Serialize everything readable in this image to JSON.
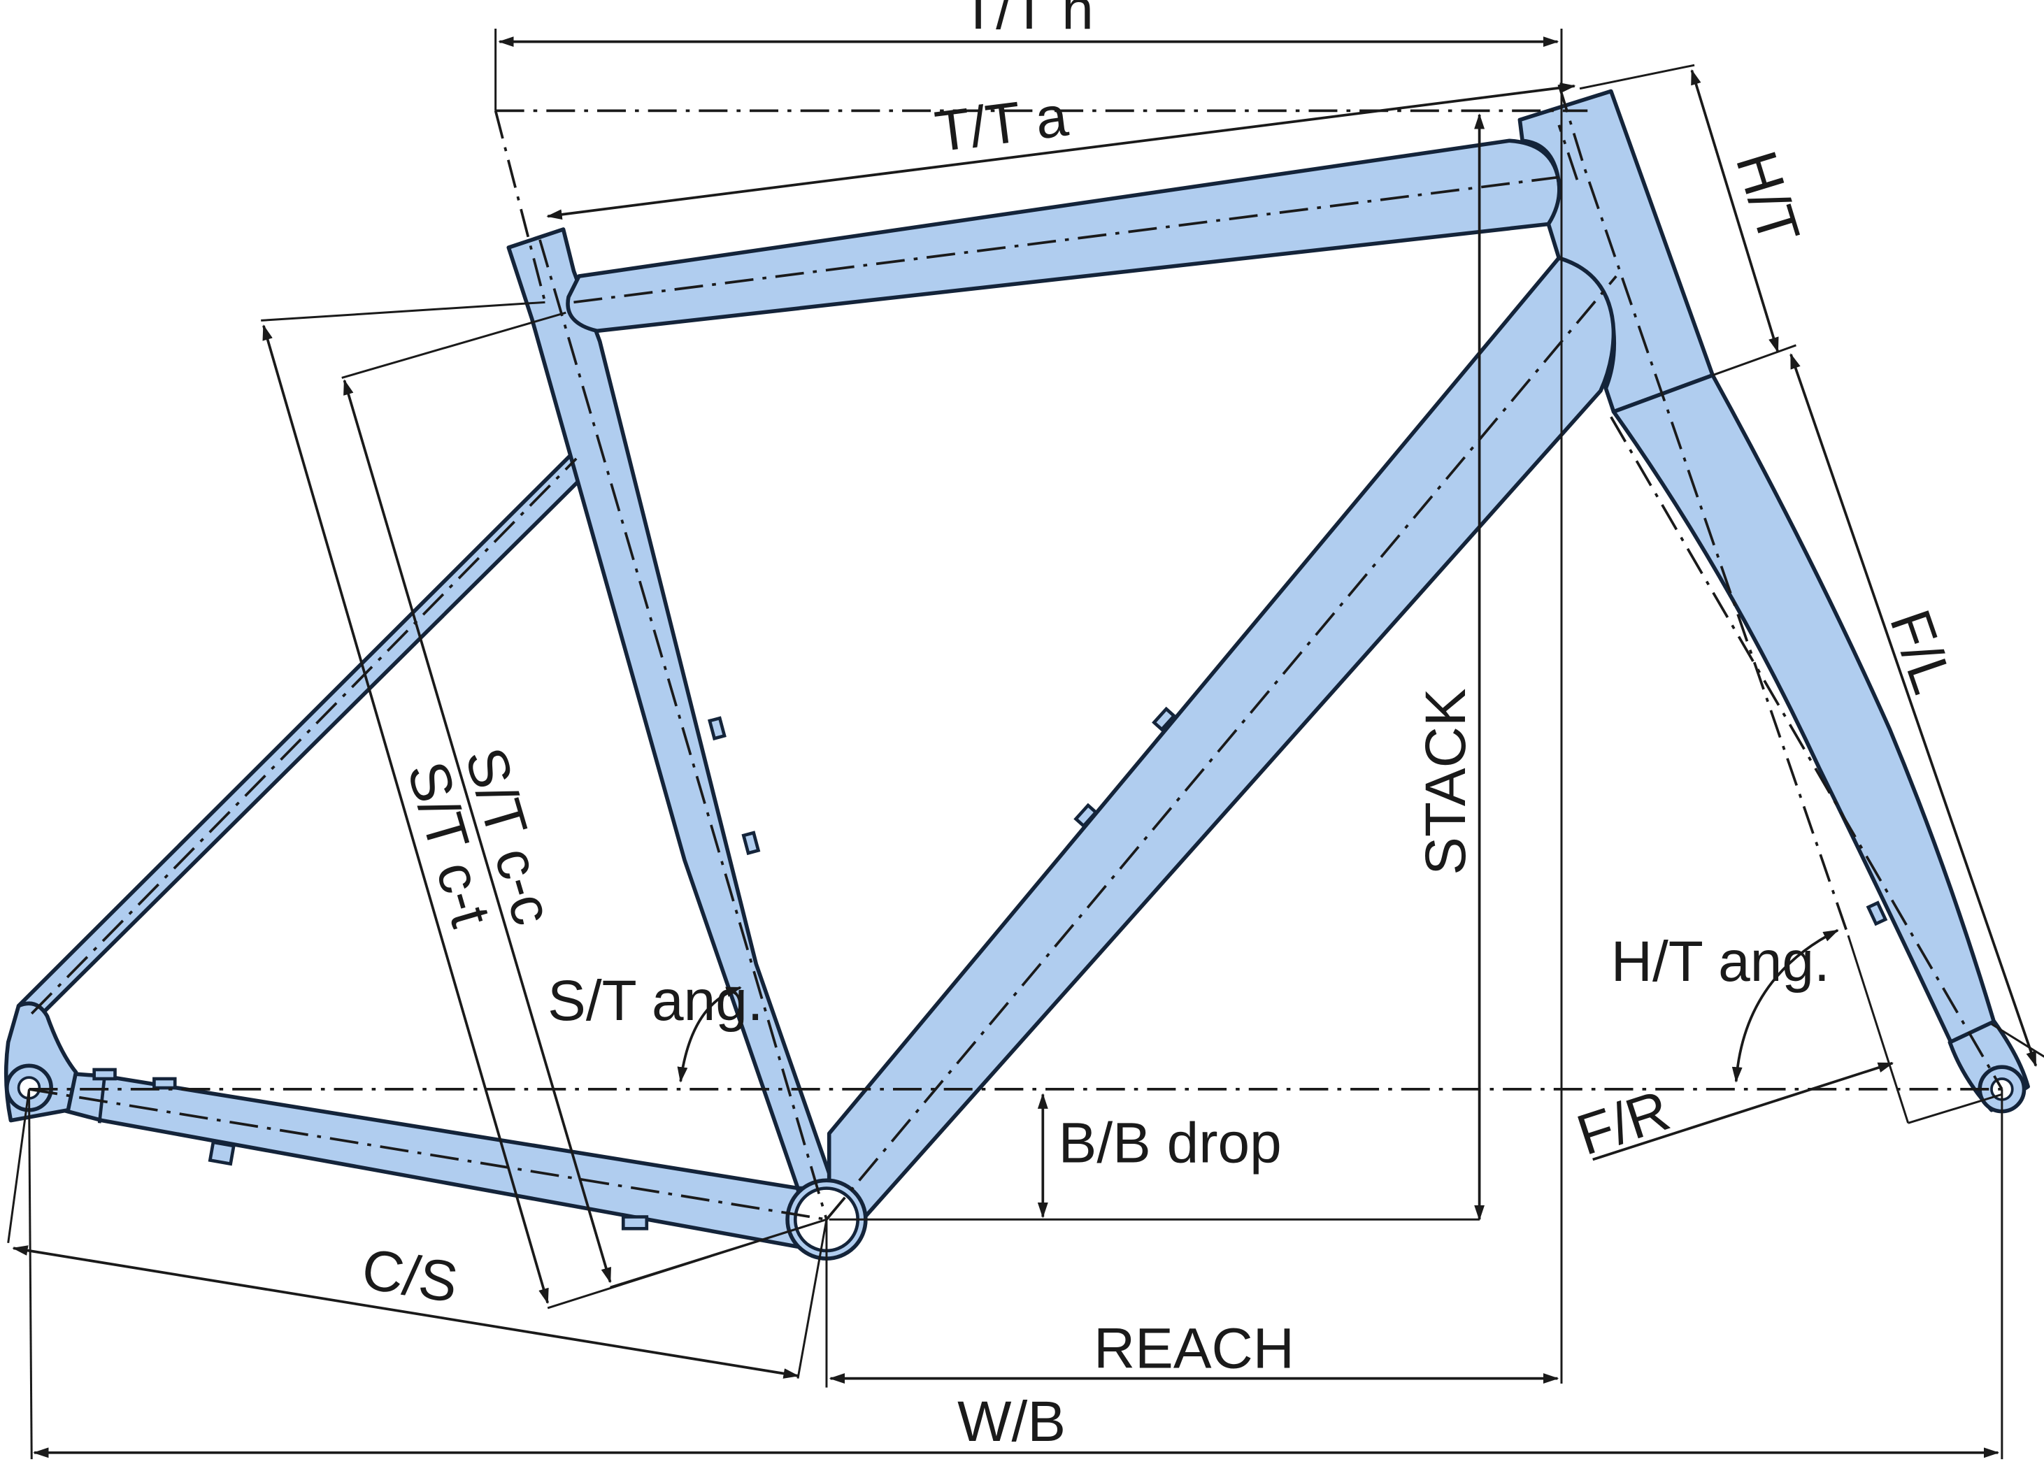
{
  "diagram": {
    "labels": {
      "tt_horizontal": "T/T h",
      "tt_actual": "T/T a",
      "head_tube": "H/T",
      "fork_length": "F/L",
      "stack": "STACK",
      "seat_tube_cc": "S/T c-c",
      "seat_tube_ct": "S/T c-t",
      "seat_tube_angle": "S/T ang.",
      "head_tube_angle": "H/T ang.",
      "bb_drop": "B/B drop",
      "fork_rake": "F/R",
      "chainstay": "C/S",
      "reach": "REACH",
      "wheelbase": "W/B"
    },
    "colors": {
      "frame_fill": "#b0cdef",
      "frame_outline": "#14243a",
      "dimension_lines": "#1a1a1a",
      "background": "#ffffff"
    }
  }
}
